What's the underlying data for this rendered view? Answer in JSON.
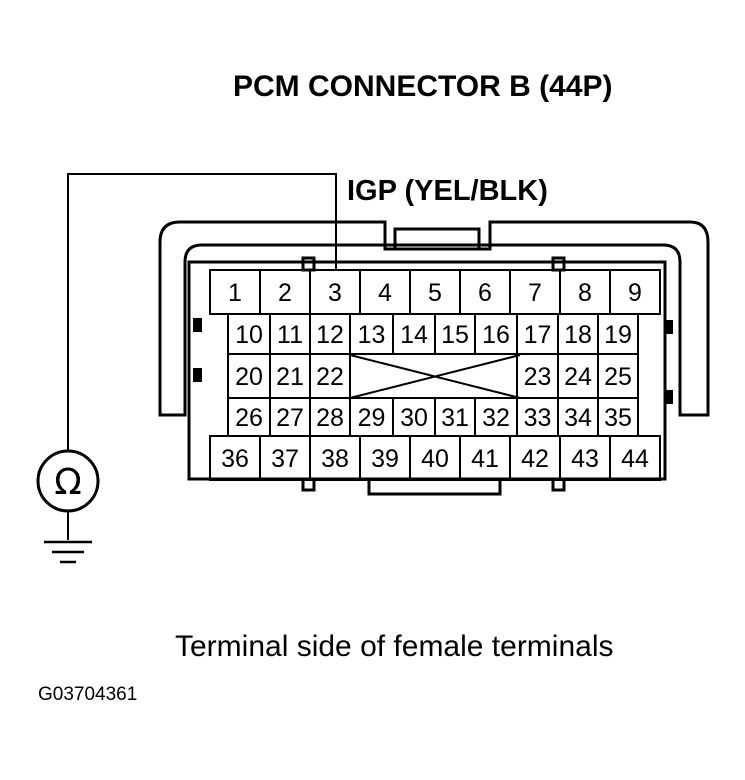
{
  "title": "PCM CONNECTOR B (44P)",
  "callout": "IGP (YEL/BLK)",
  "caption": "Terminal side of female terminals",
  "figure_id": "G03704361",
  "meter": {
    "icon": "ohmmeter-icon",
    "symbol": "Ω"
  },
  "ground": {
    "icon": "ground-icon"
  },
  "pins": {
    "row1": [
      "1",
      "2",
      "3",
      "4",
      "5",
      "6",
      "7",
      "8",
      "9"
    ],
    "row2": [
      "10",
      "11",
      "12",
      "13",
      "14",
      "15",
      "16",
      "17",
      "18",
      "19"
    ],
    "row3_left": [
      "20",
      "21",
      "22"
    ],
    "row3_right": [
      "23",
      "24",
      "25"
    ],
    "row4": [
      "26",
      "27",
      "28",
      "29",
      "30",
      "31",
      "32",
      "33",
      "34",
      "35"
    ],
    "row5": [
      "36",
      "37",
      "38",
      "39",
      "40",
      "41",
      "42",
      "43",
      "44"
    ]
  },
  "probe_pin": "3"
}
